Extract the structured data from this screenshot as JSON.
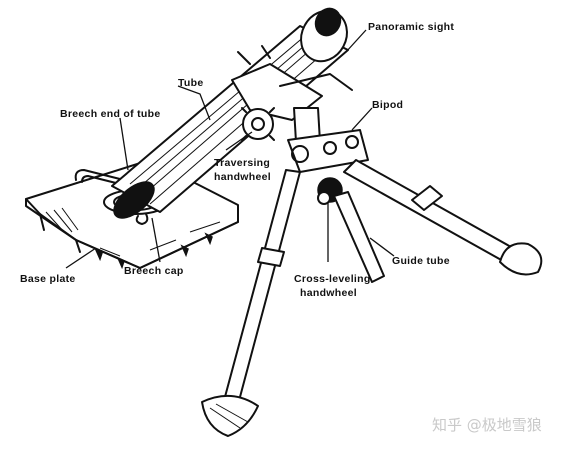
{
  "labels": {
    "panoramic_sight": "Panoramic sight",
    "tube": "Tube",
    "breech_end": "Breech end of tube",
    "bipod": "Bipod",
    "traversing_1": "Traversing",
    "traversing_2": "handwheel",
    "base_plate": "Base plate",
    "breech_cap": "Breech cap",
    "guide_tube": "Guide tube",
    "cross_leveling_1": "Cross-leveling",
    "cross_leveling_2": "handwheel"
  },
  "watermark": "知乎 @极地雪狼"
}
